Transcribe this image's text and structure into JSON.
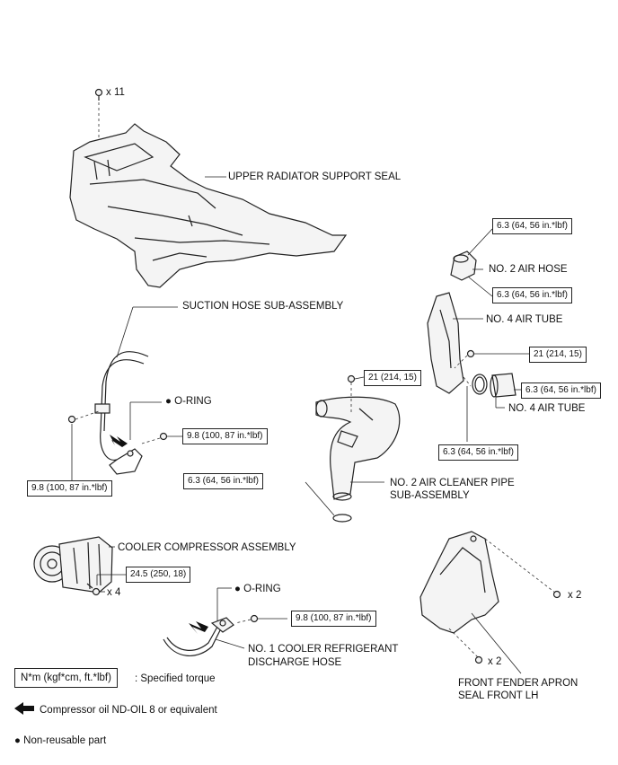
{
  "labels": {
    "bolt_qty_top": "x 11",
    "upper_radiator_support_seal": "UPPER RADIATOR SUPPORT SEAL",
    "suction_hose": "SUCTION HOSE SUB-ASSEMBLY",
    "o_ring_1": "● O-RING",
    "no2_air_hose": "NO. 2 AIR HOSE",
    "no4_air_tube_1": "NO. 4 AIR TUBE",
    "no4_air_tube_2": "NO. 4 AIR TUBE",
    "no2_air_cleaner_pipe_l1": "NO. 2 AIR CLEANER PIPE",
    "no2_air_cleaner_pipe_l2": "SUB-ASSEMBLY",
    "cooler_compressor": "COOLER COMPRESSOR ASSEMBLY",
    "o_ring_2": "● O-RING",
    "discharge_hose_l1": "NO. 1 COOLER REFRIGERANT",
    "discharge_hose_l2": "DISCHARGE HOSE",
    "qty_x4": "x 4",
    "qty_x2_a": "x 2",
    "qty_x2_b": "x 2",
    "fender_apron_l1": "FRONT FENDER APRON",
    "fender_apron_l2": "SEAL FRONT LH"
  },
  "torques": {
    "t_air_hose_top": "6.3 (64, 56 in.*lbf)",
    "t_air_hose_bottom": "6.3 (64, 56 in.*lbf)",
    "t_21_right": "21 (214, 15)",
    "t_21_mid": "21 (214, 15)",
    "t_air_tube_clamp": "6.3 (64, 56 in.*lbf)",
    "t_air_tube_lower": "6.3 (64, 56 in.*lbf)",
    "t_suction_right": "9.8 (100, 87 in.*lbf)",
    "t_suction_left": "9.8 (100, 87 in.*lbf)",
    "t_cleaner_pipe": "6.3 (64, 56 in.*lbf)",
    "t_compressor": "24.5 (250, 18)",
    "t_discharge": "9.8 (100, 87 in.*lbf)"
  },
  "legend": {
    "torque_unit_box": "N*m (kgf*cm, ft.*lbf)",
    "torque_unit_desc": ": Specified torque",
    "oil_desc": "Compressor oil ND-OIL 8 or equivalent",
    "nonreusable_desc": "● Non-reusable part"
  }
}
